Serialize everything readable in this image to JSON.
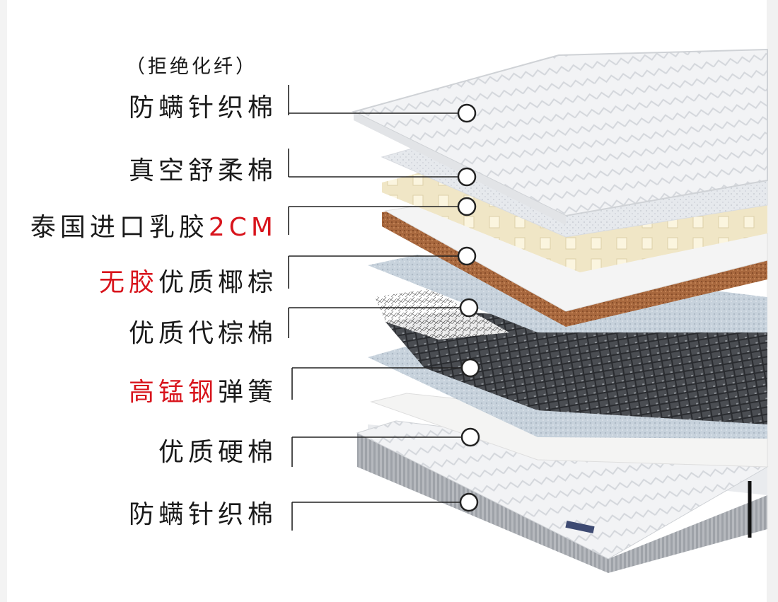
{
  "note": "（拒绝化纤）",
  "layers": [
    {
      "id": "knit-top",
      "parts": [
        {
          "text": "防螨针织棉",
          "highlight": false
        }
      ]
    },
    {
      "id": "vacuum",
      "parts": [
        {
          "text": "真空舒柔棉",
          "highlight": false
        }
      ]
    },
    {
      "id": "latex",
      "parts": [
        {
          "text": "泰国进口乳胶",
          "highlight": false
        },
        {
          "text": "2CM",
          "highlight": true
        }
      ]
    },
    {
      "id": "coir",
      "parts": [
        {
          "text": "无胶",
          "highlight": true
        },
        {
          "text": "优质椰棕",
          "highlight": false
        }
      ]
    },
    {
      "id": "palm",
      "parts": [
        {
          "text": "优质代棕棉",
          "highlight": false
        }
      ]
    },
    {
      "id": "spring",
      "parts": [
        {
          "text": "高锰钢",
          "highlight": true
        },
        {
          "text": "弹簧",
          "highlight": false
        }
      ]
    },
    {
      "id": "hard",
      "parts": [
        {
          "text": "优质硬棉",
          "highlight": false
        }
      ]
    },
    {
      "id": "knit-bottom",
      "parts": [
        {
          "text": "防螨针织棉",
          "highlight": false
        }
      ]
    }
  ],
  "colors": {
    "text": "#1a1a1a",
    "highlight": "#d8141c",
    "leader": "#222222"
  }
}
